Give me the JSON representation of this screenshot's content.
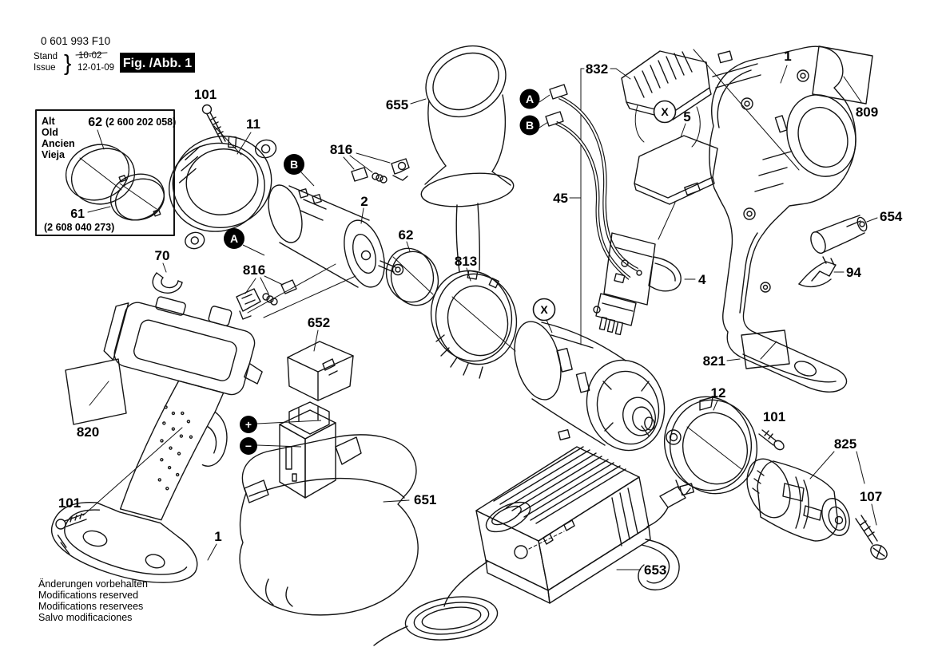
{
  "doc": {
    "part_number": "0 601 993 F10",
    "stand_label": "Stand",
    "issue_label": "Issue",
    "brace": "}",
    "old_date": "10-02",
    "issue_date": "12-01-09",
    "figure_badge": "Fig. /Abb. 1"
  },
  "inset": {
    "languages": [
      "Alt",
      "Old",
      "Ancien",
      "Vieja"
    ],
    "part62": {
      "number": "62",
      "code": "(2 600 202 058)"
    },
    "part61": {
      "number": "61",
      "code": "(2 608 040 273)"
    }
  },
  "markers": {
    "a": "A",
    "b": "B",
    "x": "X",
    "plus": "+",
    "minus": "−"
  },
  "callouts": {
    "c101": "101",
    "c11": "11",
    "c816": "816",
    "c2": "2",
    "c655": "655",
    "c62": "62",
    "c70": "70",
    "c652": "652",
    "c813": "813",
    "c832": "832",
    "c45": "45",
    "c5": "5",
    "c1": "1",
    "c809": "809",
    "c654": "654",
    "c94": "94",
    "c4": "4",
    "c821": "821",
    "c12": "12",
    "c825": "825",
    "c107": "107",
    "c820": "820",
    "c651": "651",
    "c653": "653"
  },
  "footer": [
    "Änderungen vorbehalten",
    "Modifications reserved",
    "Modifications reservees",
    "Salvo modificaciones"
  ],
  "colors": {
    "ink": "#141414",
    "paper": "#ffffff",
    "badge_bg": "#000000",
    "badge_fg": "#ffffff"
  }
}
